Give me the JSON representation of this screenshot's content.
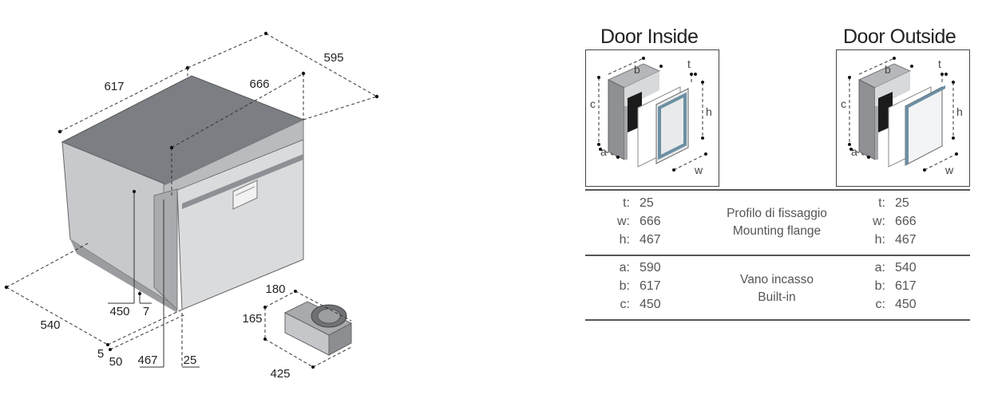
{
  "main_dims": {
    "d617": "617",
    "d595": "595",
    "d666": "666",
    "d540": "540",
    "d450": "450",
    "d7": "7",
    "d5": "5",
    "d50": "50",
    "d467": "467",
    "d25": "25"
  },
  "compressor_dims": {
    "d180": "180",
    "d165": "165",
    "d425": "425"
  },
  "door_inside": {
    "title": "Door Inside",
    "labels": {
      "a": "a",
      "b": "b",
      "c": "c",
      "h": "h",
      "t": "t",
      "w": "w"
    }
  },
  "door_outside": {
    "title": "Door Outside",
    "labels": {
      "a": "a",
      "b": "b",
      "c": "c",
      "h": "h",
      "t": "t",
      "w": "w"
    }
  },
  "spec_table": {
    "group1": {
      "label_it": "Profilo di fissaggio",
      "label_en": "Mounting flange",
      "inside": [
        {
          "key": "t:",
          "value": "25"
        },
        {
          "key": "w:",
          "value": "666"
        },
        {
          "key": "h:",
          "value": "467"
        }
      ],
      "outside": [
        {
          "key": "t:",
          "value": "25"
        },
        {
          "key": "w:",
          "value": "666"
        },
        {
          "key": "h:",
          "value": "467"
        }
      ]
    },
    "group2": {
      "label_it": "Vano incasso",
      "label_en": "Built-in",
      "inside": [
        {
          "key": "a:",
          "value": "590"
        },
        {
          "key": "b:",
          "value": "617"
        },
        {
          "key": "c:",
          "value": "450"
        }
      ],
      "outside": [
        {
          "key": "a:",
          "value": "540"
        },
        {
          "key": "b:",
          "value": "617"
        },
        {
          "key": "c:",
          "value": "450"
        }
      ]
    }
  }
}
